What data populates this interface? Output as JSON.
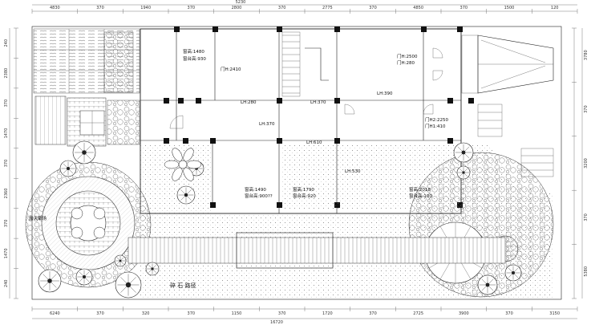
{
  "top_dims": {
    "overall": "5230",
    "segments": [
      "4830",
      "370",
      "1940",
      "370",
      "2800",
      "370",
      "2775",
      "370",
      "4850",
      "370",
      "1500",
      "120"
    ]
  },
  "bottom_dims": {
    "overall": "16720",
    "segments": [
      "6240",
      "370",
      "320",
      "370",
      "1150",
      "370",
      "1720",
      "370",
      "2725",
      "3900",
      "370",
      "3150"
    ]
  },
  "left_dims": [
    "240",
    "2380",
    "370",
    "1470",
    "370",
    "2360",
    "370",
    "1470",
    "240"
  ],
  "right_dims": [
    "3780",
    "370",
    "3200",
    "370",
    "5380"
  ],
  "labels": {
    "win_upper_left": "窗高:1480",
    "sill_upper_left": "窗台高:930",
    "door_upper": "门H:2410",
    "door_right_a": "门H:2500",
    "door_right_b": "门H:280",
    "beam_a": "LH:280",
    "beam_b": "LH:370",
    "beam_c": "LH:390",
    "beam_d": "LH:370",
    "beam_e": "LH:610",
    "beam_f": "LH:530",
    "door_small_a": "门H2:2250",
    "door_small_b": "门H1:410",
    "win_low_a": "窗高:1490",
    "sill_low_a": "窗台高:900??",
    "win_low_b": "窗高:1790",
    "sill_low_b": "窗台高:920",
    "win_low_c": "窗高:2010",
    "sill_low_c": "窗台高:100",
    "garden_label": "露天聚场",
    "path_label": "碎    石    路径"
  }
}
